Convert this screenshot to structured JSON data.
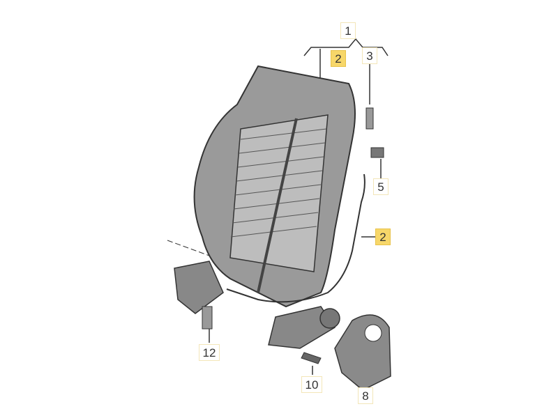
{
  "callouts": [
    {
      "label": "1",
      "highlighted": false
    },
    {
      "label": "2",
      "highlighted": true
    },
    {
      "label": "3",
      "highlighted": false
    },
    {
      "label": "5",
      "highlighted": false
    },
    {
      "label": "2",
      "highlighted": true
    },
    {
      "label": "12",
      "highlighted": false
    },
    {
      "label": "10",
      "highlighted": false
    },
    {
      "label": "8",
      "highlighted": false
    }
  ],
  "colors": {
    "highlight": "#f7d76a",
    "part_fill": "#8a8a8a",
    "line": "#333333"
  }
}
